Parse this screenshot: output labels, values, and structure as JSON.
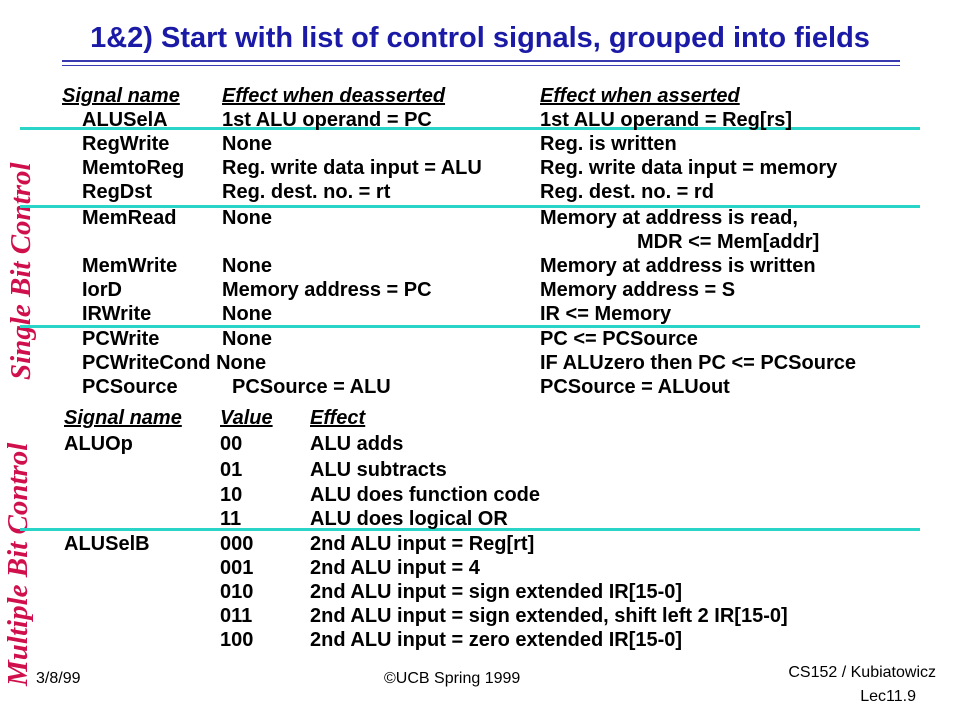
{
  "title": "1&2) Start with list of control signals, grouped into fields",
  "side_labels": {
    "single": "Single Bit Control",
    "multiple": "Multiple Bit Control"
  },
  "single": {
    "headers": [
      "Signal name",
      "Effect when deasserted",
      "Effect when asserted"
    ],
    "rows": [
      [
        "ALUSelA",
        "1st ALU operand = PC",
        "1st ALU operand = Reg[rs]"
      ],
      [
        "RegWrite",
        "None",
        "Reg. is written"
      ],
      [
        "MemtoReg",
        "Reg. write data input = ALU",
        "Reg. write data input = memory"
      ],
      [
        "RegDst",
        "Reg. dest. no. = rt",
        "Reg. dest. no. = rd"
      ],
      [
        "MemRead",
        "None",
        "Memory at address is read,"
      ],
      [
        "",
        "",
        "MDR <= Mem[addr]"
      ],
      [
        "MemWrite",
        "None",
        "Memory at address is written"
      ],
      [
        "IorD",
        "Memory address = PC",
        "Memory address = S"
      ],
      [
        "IRWrite",
        "None",
        "IR <= Memory"
      ],
      [
        "PCWrite",
        "None",
        "PC <= PCSource"
      ],
      [
        "PCWriteCond None",
        "",
        "IF ALUzero then PC <= PCSource"
      ],
      [
        "PCSource",
        "PCSource = ALU",
        "PCSource = ALUout"
      ]
    ]
  },
  "multi": {
    "headers": [
      "Signal name",
      "Value",
      "Effect"
    ],
    "rows": [
      [
        "ALUOp",
        "00",
        "ALU adds"
      ],
      [
        "",
        "01",
        "ALU subtracts"
      ],
      [
        "",
        "10",
        "ALU does function code"
      ],
      [
        "",
        "11",
        "ALU does logical OR"
      ],
      [
        "ALUSelB",
        "000",
        "2nd ALU input = Reg[rt]"
      ],
      [
        "",
        "001",
        "2nd ALU input = 4"
      ],
      [
        "",
        "010",
        "2nd ALU input = sign extended IR[15-0]"
      ],
      [
        "",
        "011",
        "2nd ALU input = sign extended, shift left 2 IR[15-0]"
      ],
      [
        "",
        "100",
        "2nd ALU input = zero extended IR[15-0]"
      ]
    ]
  },
  "footer": {
    "date": "3/8/99",
    "copyright": "©UCB Spring 1999",
    "course": "CS152 / Kubiatowicz",
    "lecture": "Lec11.9"
  },
  "colors": {
    "title": "#1a1aa6",
    "side_label": "#d0104c",
    "separator": "#2ad4c6"
  }
}
